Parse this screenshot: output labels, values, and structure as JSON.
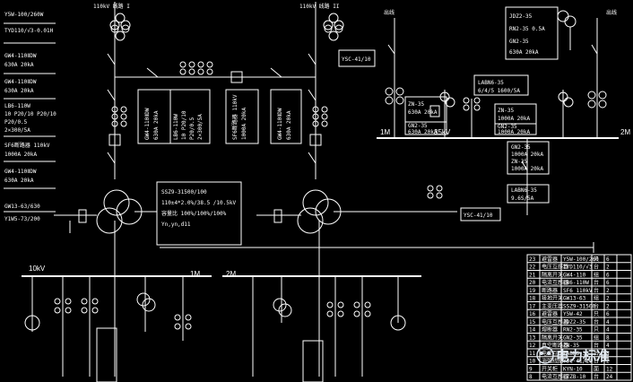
{
  "colors": {
    "background": "#000000",
    "lines": "#ffffff",
    "accent": "#dfe6ee"
  },
  "labels": {
    "top_left_feeder": "110kV 线路 I",
    "top_right_feeder": "110kV 线路 II",
    "top_right_sub1": "出线",
    "top_right_sub2": "出线",
    "ysc_top": "YSC-41/10",
    "ysc_bottom": "YSC-41/10",
    "kv35": "35kV",
    "bus35_left": "1M",
    "bus35_right": "2M",
    "kv10": "10kV",
    "bus10_left": "1M",
    "bus10_right": "2M"
  },
  "left_specs": [
    [
      "Y5W-100/260W"
    ],
    [
      "TYD110/√3-0.01H"
    ],
    [
      "GW4-110ⅡDW",
      "630A 20kA"
    ],
    [
      "GW4-110ⅡDW",
      "630A 20kA"
    ],
    [
      "LB6-110W",
      "10 P20/10 P20/10",
      "P20/0.5",
      "2×300/5A"
    ],
    [
      "SF6断路器 110kV",
      "1000A 20kA"
    ],
    [
      "GW4-110ⅡDW",
      "630A 20kA"
    ],
    [
      "GW13-63/630"
    ],
    [
      "Y1W5-73/200"
    ]
  ],
  "mid_specs": [
    [
      "GW4-110ⅡDW",
      "630A 20kA"
    ],
    [
      "LB6-110W",
      "10 P20/10",
      "P20/0.5",
      "2×300/5A"
    ],
    [
      "SF6断路器 110kV",
      "1000A 20kA"
    ],
    [
      "GW4-110ⅡDW",
      "630A 20kA"
    ]
  ],
  "transformer_box": [
    "SSZ9-31500/100",
    "110±4*2.0%/38.5 /10.5kV",
    "容量比 100%/100%/100%",
    "Yn,yn,d11"
  ],
  "box_35_top": [
    "JDZ2-35",
    "RN2-35 0.5A",
    "GN2-35",
    "630A 20kA"
  ],
  "box_la_top": [
    "LABN6-35",
    "6/4/5 1600/5A"
  ],
  "box_zn_left": [
    "ZN-35",
    "630A 20kA"
  ],
  "box_gn_left": [
    "GN2-35",
    "630A 20kA"
  ],
  "box_zn_right": [
    "ZN-35",
    "1000A 20kA"
  ],
  "box_gn_right": [
    "GN2-35",
    "1000A 20kA"
  ],
  "box_right_mid": [
    "GN2-35",
    "1000A 20kA",
    "ZN-35",
    "1000A 20kA"
  ],
  "box_right_low": [
    "LABN6-35",
    "9.6S/5A"
  ],
  "table_rows": [
    [
      "23",
      "避雷器",
      "Y5W-100/260",
      "只",
      "6"
    ],
    [
      "22",
      "电压互感器",
      "TYD110/√3",
      "台",
      "2"
    ],
    [
      "21",
      "隔离开关",
      "GW4-110",
      "组",
      "6"
    ],
    [
      "20",
      "电流互感器",
      "LB6-110W",
      "台",
      "6"
    ],
    [
      "19",
      "断路器",
      "SF6 110kV",
      "台",
      "2"
    ],
    [
      "18",
      "接地开关",
      "GW13-63",
      "组",
      "2"
    ],
    [
      "17",
      "主变压器",
      "SSZ9-31500",
      "台",
      "2"
    ],
    [
      "16",
      "避雷器",
      "Y5W-42",
      "只",
      "6"
    ],
    [
      "15",
      "电压互感器",
      "JDZ2-35",
      "台",
      "4"
    ],
    [
      "14",
      "熔断器",
      "RN2-35",
      "只",
      "4"
    ],
    [
      "13",
      "隔离开关",
      "GN2-35",
      "组",
      "8"
    ],
    [
      "12",
      "真空断路器",
      "ZN-35",
      "台",
      "4"
    ],
    [
      "11",
      "电流互感器",
      "LABN6-35",
      "台",
      "8"
    ],
    [
      "10",
      "消弧线圈",
      "YSC-41/10",
      "台",
      "2"
    ],
    [
      "9",
      "开关柜",
      "KYN-10",
      "面",
      "12"
    ],
    [
      "8",
      "电流互感器",
      "LZZB-10",
      "台",
      "24"
    ]
  ],
  "watermark": "电力标准"
}
